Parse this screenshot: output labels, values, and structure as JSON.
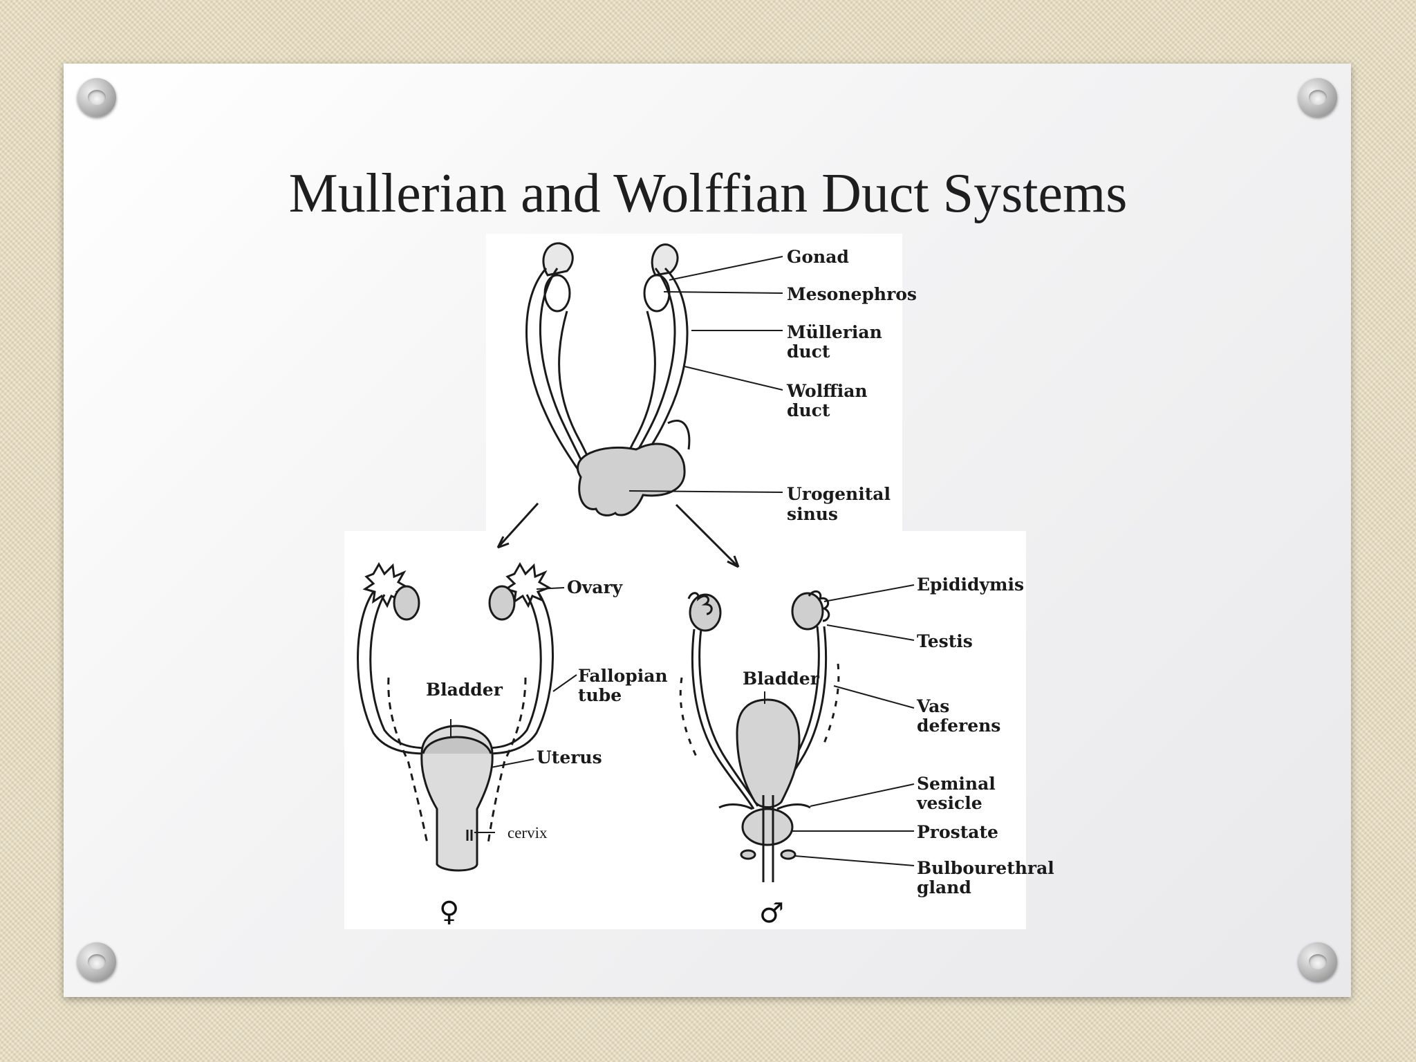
{
  "slide": {
    "title": "Mullerian and Wolffian Duct Systems"
  },
  "diagram": {
    "top_labels": {
      "gonad": "Gonad",
      "mesonephros": "Mesonephros",
      "mullerian_1": "Müllerian",
      "mullerian_2": "duct",
      "wolffian_1": "Wolffian",
      "wolffian_2": "duct",
      "urogenital_1": "Urogenital",
      "urogenital_2": "sinus"
    },
    "female_labels": {
      "ovary": "Ovary",
      "fallopian_1": "Fallopian",
      "fallopian_2": "tube",
      "bladder": "Bladder",
      "uterus": "Uterus",
      "cervix": "cervix",
      "symbol": "♀"
    },
    "male_labels": {
      "epididymis": "Epididymis",
      "testis": "Testis",
      "bladder": "Bladder",
      "vas_1": "Vas",
      "vas_2": "deferens",
      "seminal_1": "Seminal",
      "seminal_2": "vesicle",
      "prostate": "Prostate",
      "bulbo_1": "Bulbourethral",
      "bulbo_2": "gland",
      "symbol": "♂"
    }
  }
}
